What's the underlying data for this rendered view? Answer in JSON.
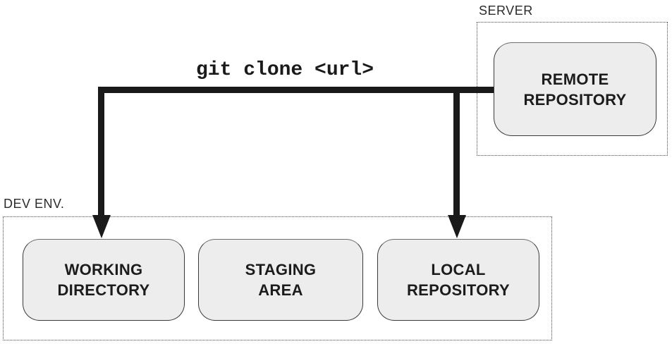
{
  "diagram": {
    "type": "flow-diagram",
    "subject": "git clone workflow",
    "groups": [
      {
        "id": "server",
        "label": "SERVER",
        "nodes": [
          {
            "id": "remote-repository",
            "label": "REMOTE\nREPOSITORY"
          }
        ]
      },
      {
        "id": "dev-env",
        "label": "DEV ENV.",
        "nodes": [
          {
            "id": "working-directory",
            "label": "WORKING\nDIRECTORY"
          },
          {
            "id": "staging-area",
            "label": "STAGING\nAREA"
          },
          {
            "id": "local-repository",
            "label": "LOCAL\nREPOSITORY"
          }
        ]
      }
    ],
    "edges": [
      {
        "label": "git clone <url>",
        "from": "remote-repository",
        "to": [
          "working-directory",
          "local-repository"
        ],
        "style": "thick-elbow-arrow"
      }
    ],
    "colors": {
      "node_fill": "#ededed",
      "node_border": "#3a3a3a",
      "arrow": "#1a1a1a",
      "group_border": "#4a4a4a",
      "text": "#1c1c1c",
      "background": "#ffffff"
    }
  }
}
